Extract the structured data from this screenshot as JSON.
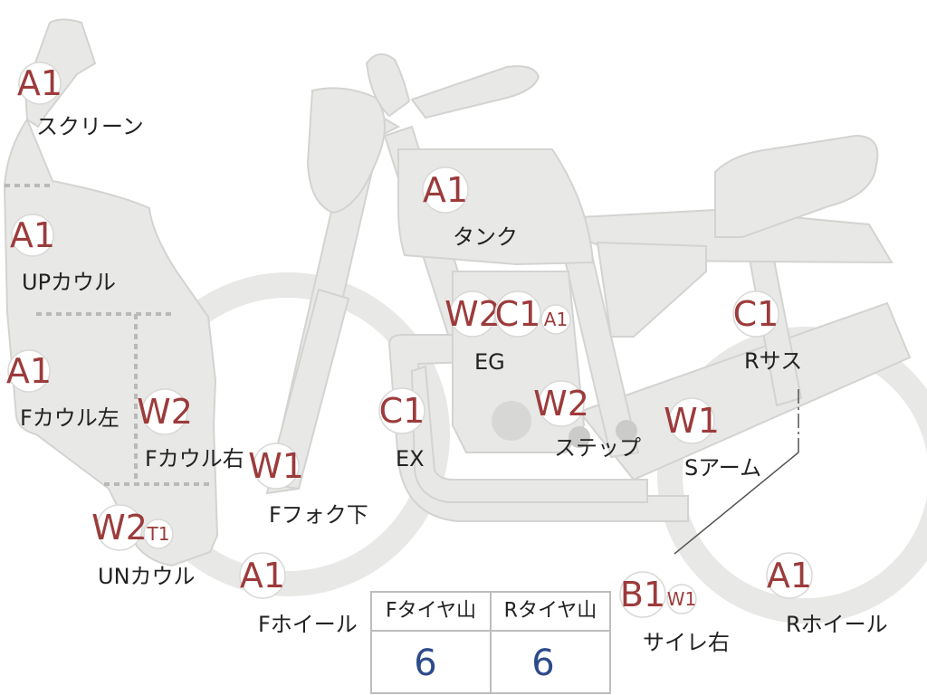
{
  "badges": [
    {
      "id": "screen-grade",
      "grade": "A1",
      "label": "スクリーン"
    },
    {
      "id": "up-cowl-grade",
      "grade": "A1",
      "label": "UPカウル"
    },
    {
      "id": "f-cowl-left-grade",
      "grade": "A1",
      "label": "Fカウル左"
    },
    {
      "id": "f-cowl-right-grade",
      "grade": "W2",
      "label": "Fカウル右"
    },
    {
      "id": "un-cowl-grade",
      "grade": "W2",
      "grade2": "T1",
      "label": "UNカウル"
    },
    {
      "id": "f-fork-lower-grade",
      "grade": "W1",
      "label": "Fフォク下"
    },
    {
      "id": "f-wheel-grade",
      "grade": "A1",
      "label": "Fホイール"
    },
    {
      "id": "tank-grade",
      "grade": "A1",
      "label": "タンク"
    },
    {
      "id": "engine-grade",
      "grade": "W2",
      "grade2": "C1",
      "grade3": "A1",
      "label": "EG"
    },
    {
      "id": "exhaust-grade",
      "grade": "C1",
      "label": "EX"
    },
    {
      "id": "step-grade",
      "grade": "W2",
      "label": "ステップ"
    },
    {
      "id": "rear-suspension-grade",
      "grade": "C1",
      "label": "Rサス"
    },
    {
      "id": "swing-arm-grade",
      "grade": "W1",
      "label": "Sアーム"
    },
    {
      "id": "silencer-right-grade",
      "grade": "B1",
      "grade2": "W1",
      "label": "サイレ右"
    },
    {
      "id": "r-wheel-grade",
      "grade": "A1",
      "label": "Rホイール"
    }
  ],
  "tire_table": {
    "front_header": "Fタイヤ山",
    "rear_header": "Rタイヤ山",
    "front_value": "6",
    "rear_value": "6"
  }
}
